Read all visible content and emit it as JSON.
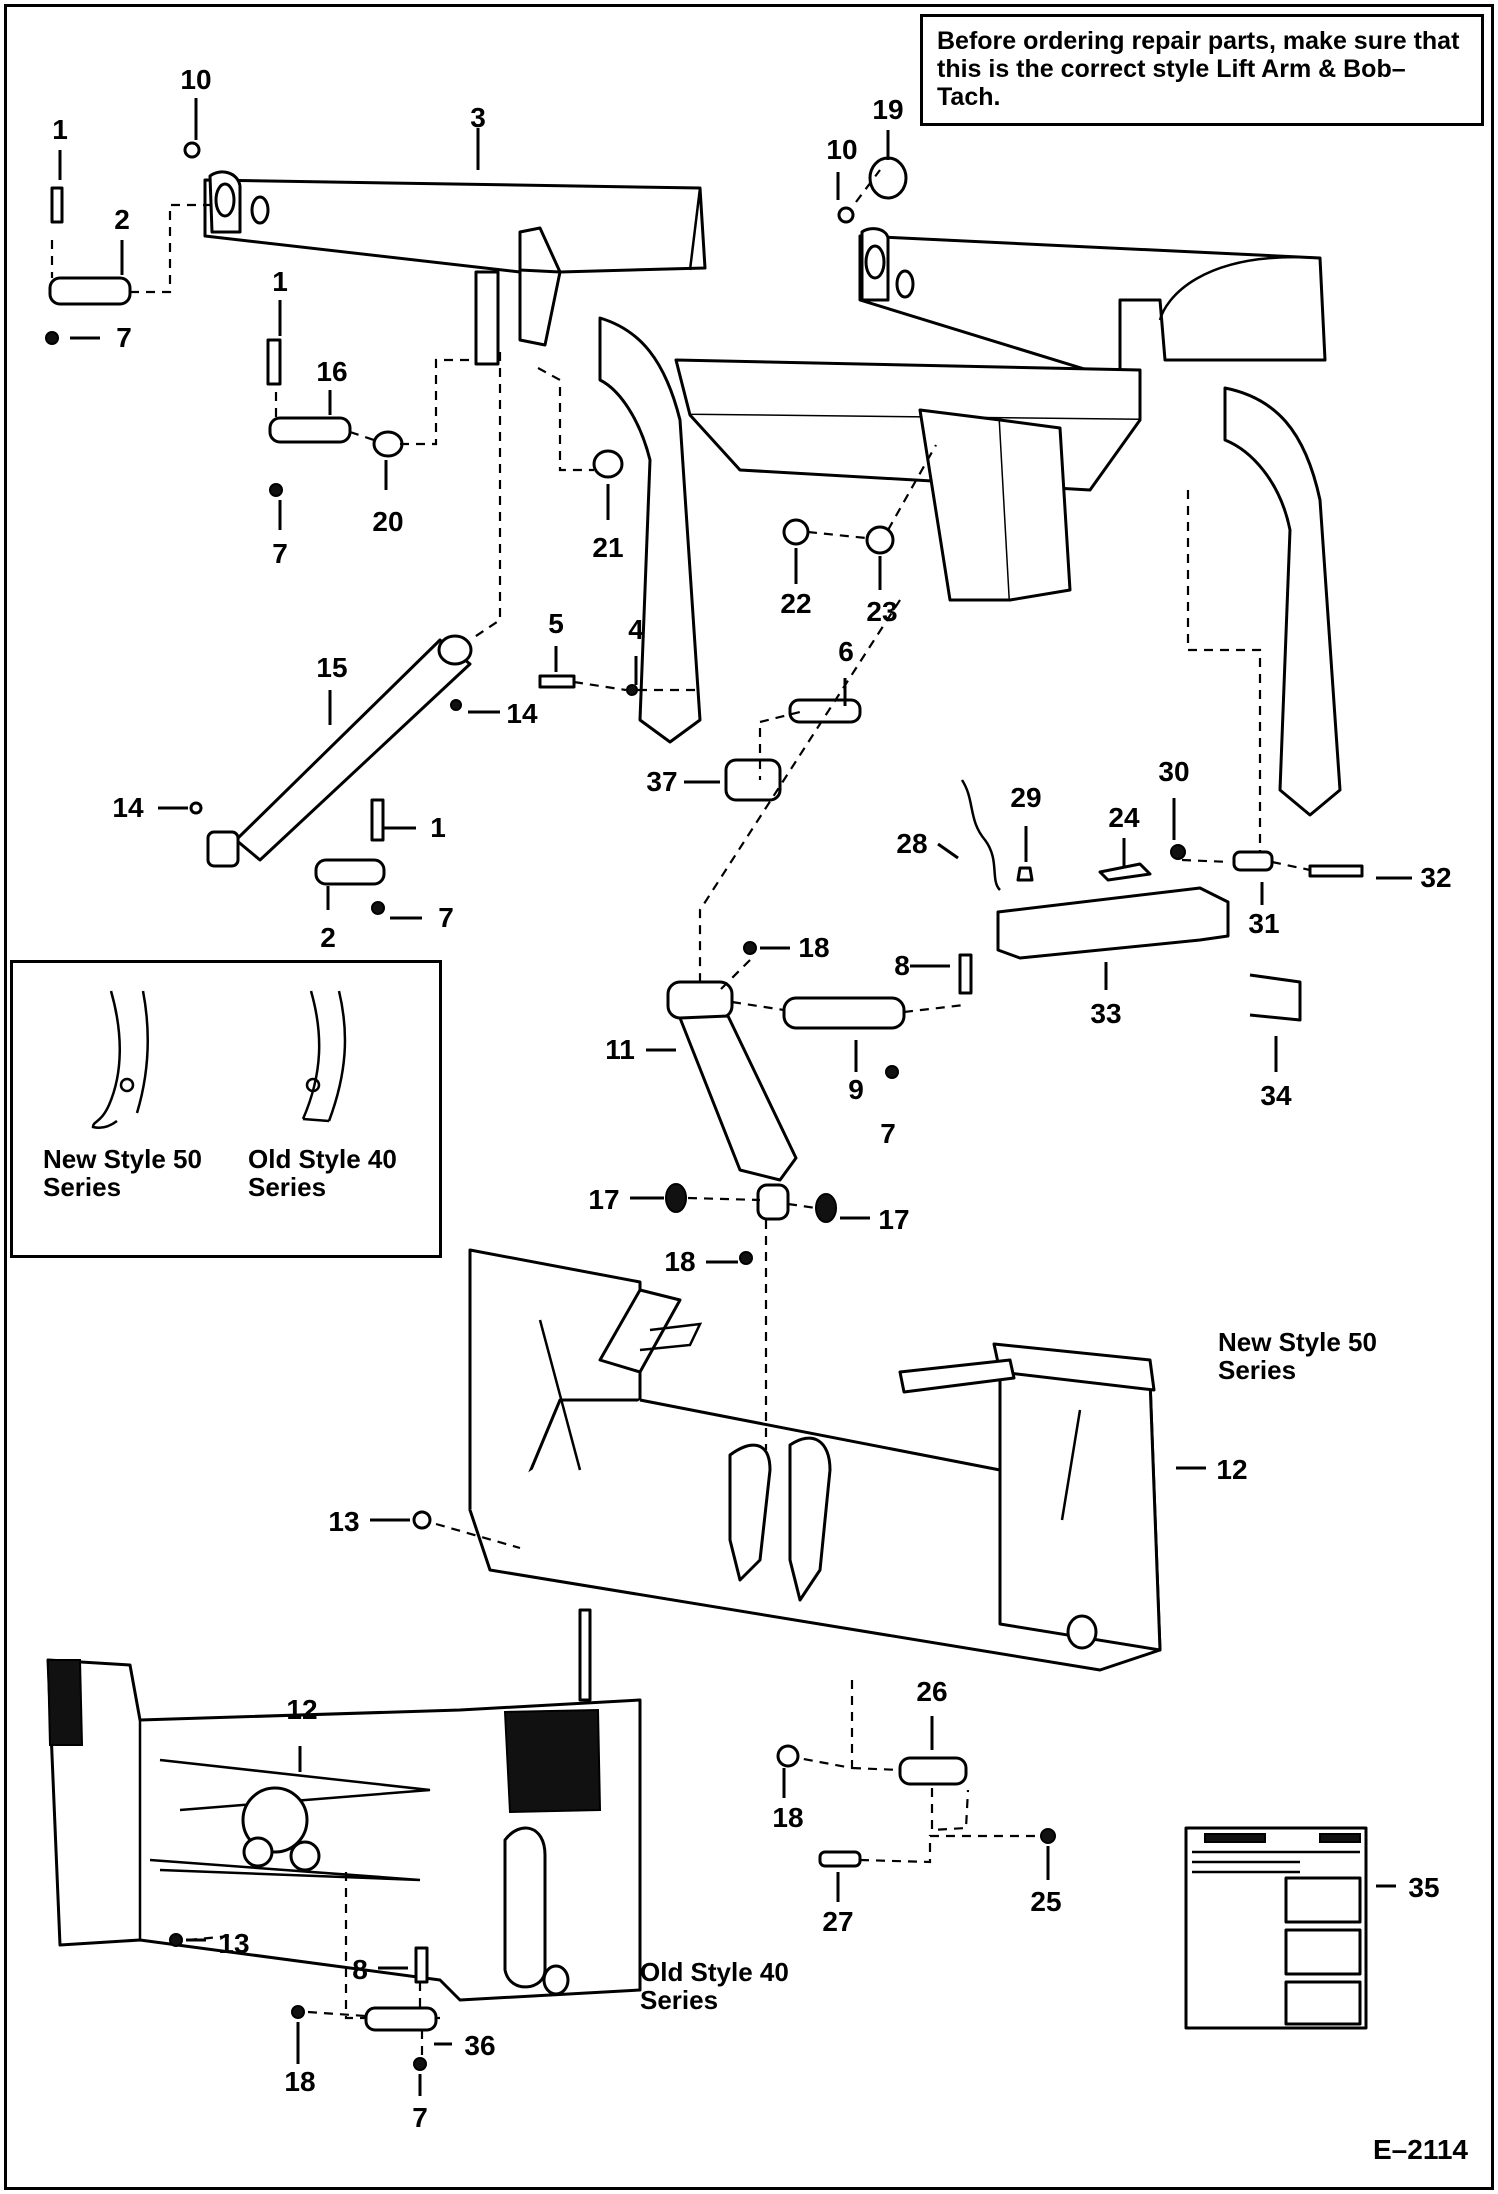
{
  "note": "Before ordering repair parts, make sure that this is the correct style Lift Arm & Bob–Tach.",
  "style_box": {
    "new_style": "New Style 50 Series",
    "old_style": "Old Style 40 Series"
  },
  "labels": {
    "new_style_50": "New Style 50 Series",
    "old_style_40": "Old Style 40 Series"
  },
  "figure_code": "E–2114",
  "callouts": {
    "c1a": "1",
    "c2a": "2",
    "c7a": "7",
    "c10a": "10",
    "c3": "3",
    "c1b": "1",
    "c16": "16",
    "c7b": "7",
    "c20": "20",
    "c21": "21",
    "c19": "19",
    "c10b": "10",
    "c22": "22",
    "c23": "23",
    "c15": "15",
    "c5": "5",
    "c4": "4",
    "c14a": "14",
    "c6": "6",
    "c14b": "14",
    "c1c": "1",
    "c2b": "2",
    "c7c": "7",
    "c37": "37",
    "c28": "28",
    "c29": "29",
    "c24": "24",
    "c30": "30",
    "c32": "32",
    "c31": "31",
    "c18a": "18",
    "c8a": "8",
    "c33": "33",
    "c11": "11",
    "c9": "9",
    "c7d": "7",
    "c34": "34",
    "c17a": "17",
    "c17b": "17",
    "c18b": "18",
    "c12a": "12",
    "c13a": "13",
    "c12b": "12",
    "c26": "26",
    "c18c": "18",
    "c25": "25",
    "c27": "27",
    "c35": "35",
    "c13b": "13",
    "c8b": "8",
    "c36": "36",
    "c18d": "18",
    "c7e": "7"
  }
}
